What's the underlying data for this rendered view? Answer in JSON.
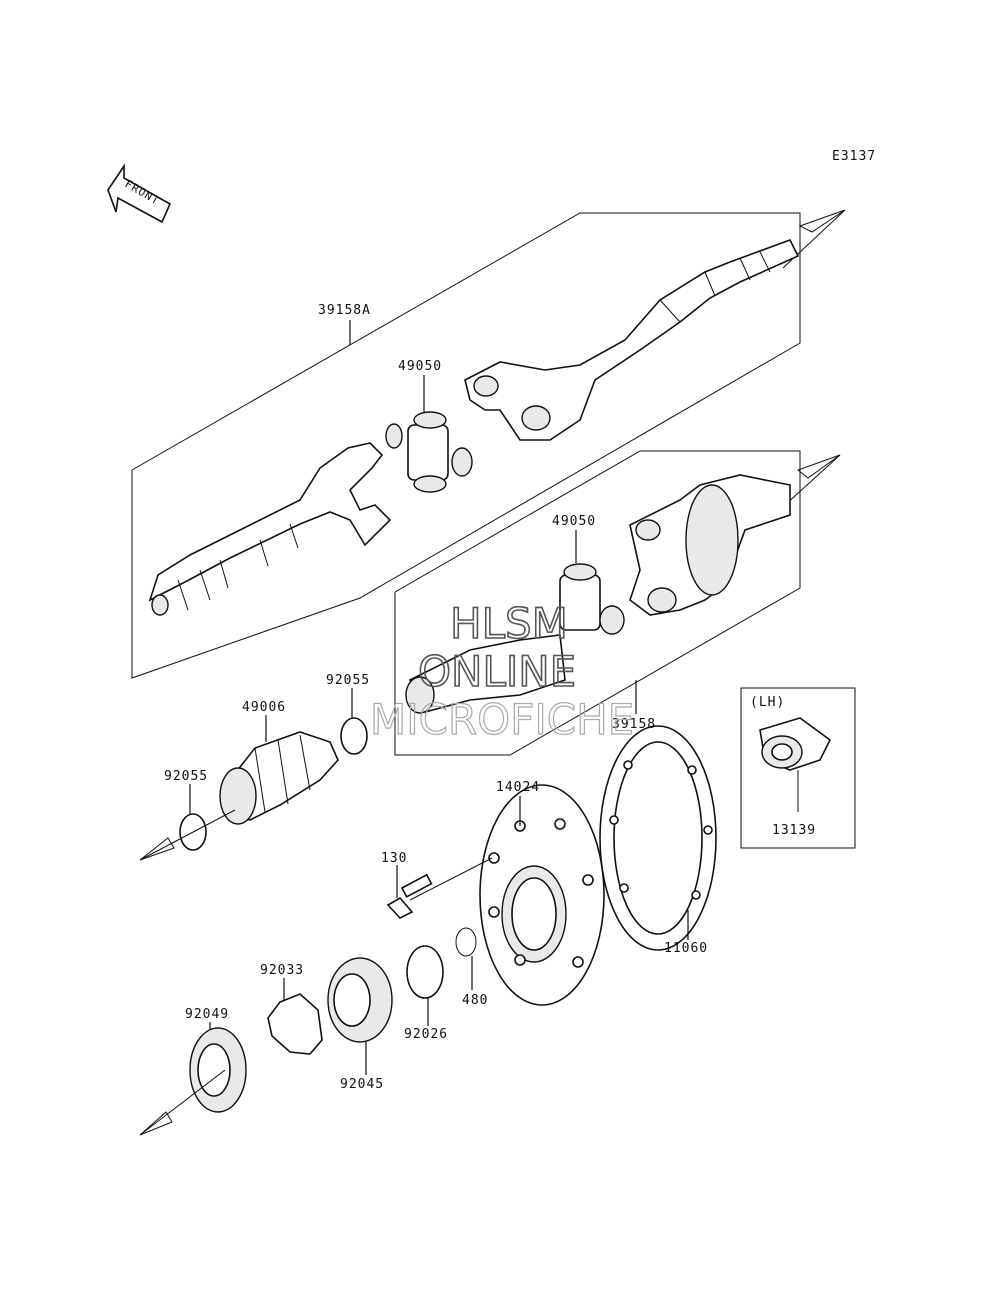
{
  "diagram_code": "E3137",
  "front_label": "FRONT",
  "lh_label": "(LH)",
  "watermark": [
    "HLSM",
    "ONLINE",
    "MICROFICHE"
  ],
  "parts": {
    "p39158A": "39158A",
    "p49050_upper": "49050",
    "p49050_lower": "49050",
    "p39158": "39158",
    "p92055_a": "92055",
    "p49006": "49006",
    "p92055_b": "92055",
    "p14024": "14024",
    "p130": "130",
    "p11060": "11060",
    "p13139": "13139",
    "p92033": "92033",
    "p92049": "92049",
    "p92045": "92045",
    "p92026": "92026",
    "p480": "480"
  }
}
